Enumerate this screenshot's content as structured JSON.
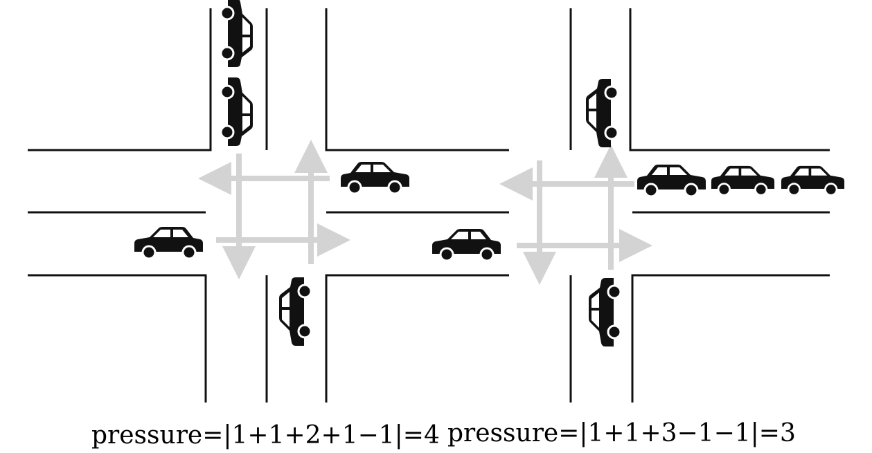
{
  "colors": {
    "road_line": "#111111",
    "arrow": "#d3d3d3",
    "car": "#111111",
    "background": "#ffffff"
  },
  "intersections": [
    {
      "caption": "pressure=|1+1+2+1−1|=4",
      "vehicles": [
        {
          "icon": "car-icon",
          "direction": "down",
          "lane": "north-approach"
        },
        {
          "icon": "car-icon",
          "direction": "down",
          "lane": "north-approach"
        },
        {
          "icon": "car-icon",
          "direction": "left",
          "lane": "east-approach"
        },
        {
          "icon": "car-icon",
          "direction": "right",
          "lane": "west-approach"
        },
        {
          "icon": "car-icon",
          "direction": "up",
          "lane": "south-approach"
        }
      ]
    },
    {
      "caption": "pressure=|1+1+3−1−1|=3",
      "vehicles": [
        {
          "icon": "car-icon",
          "direction": "up",
          "lane": "north-exit"
        },
        {
          "icon": "car-icon",
          "direction": "left",
          "lane": "east-approach"
        },
        {
          "icon": "car-icon",
          "direction": "left",
          "lane": "east-approach"
        },
        {
          "icon": "car-icon",
          "direction": "left",
          "lane": "east-approach"
        },
        {
          "icon": "car-icon",
          "direction": "right",
          "lane": "west-approach"
        },
        {
          "icon": "car-icon",
          "direction": "up",
          "lane": "south-approach"
        }
      ]
    }
  ]
}
